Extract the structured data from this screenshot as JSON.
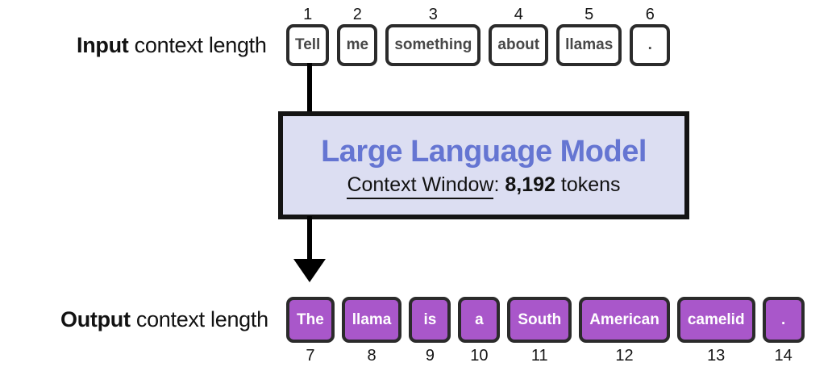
{
  "input": {
    "label_bold": "Input",
    "label_rest": " context length",
    "tokens": [
      {
        "num": "1",
        "text": "Tell"
      },
      {
        "num": "2",
        "text": "me"
      },
      {
        "num": "3",
        "text": "something"
      },
      {
        "num": "4",
        "text": "about"
      },
      {
        "num": "5",
        "text": "llamas"
      },
      {
        "num": "6",
        "text": "."
      }
    ]
  },
  "model": {
    "title": "Large Language Model",
    "context_window_label": "Context Window",
    "separator": ": ",
    "token_count": "8,192",
    "tokens_suffix": " tokens"
  },
  "output": {
    "label_bold": "Output",
    "label_rest": " context length",
    "tokens": [
      {
        "num": "7",
        "text": "The"
      },
      {
        "num": "8",
        "text": "llama"
      },
      {
        "num": "9",
        "text": "is"
      },
      {
        "num": "10",
        "text": "a"
      },
      {
        "num": "11",
        "text": "South"
      },
      {
        "num": "12",
        "text": "American"
      },
      {
        "num": "13",
        "text": "camelid"
      },
      {
        "num": "14",
        "text": "."
      }
    ]
  },
  "colors": {
    "token-purple": "#a957ca",
    "model-fill": "#dcdef2",
    "model-title": "#6575d2",
    "border-dark": "#2b2b2b",
    "arrow-black": "#000000"
  }
}
